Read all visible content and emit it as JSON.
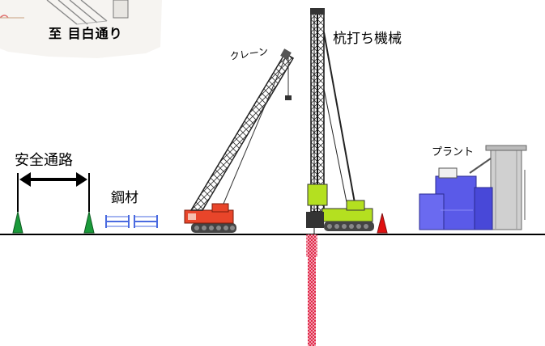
{
  "labels": {
    "map_caption": "至 目白通り",
    "pile_driver": "杭打ち機械",
    "crane": "クレーン",
    "walkway": "安全通路",
    "steel": "鋼材",
    "plant": "プラント"
  },
  "colors": {
    "cone_green": "#1a9a3a",
    "cone_red": "#e01010",
    "crane_body": "#e8452a",
    "pile_rig_body": "#b4e020",
    "plant_blue": "#5a5ae8",
    "pile_red": "#e83050",
    "steel_blue": "#4a6ae0",
    "ground": "#000000"
  }
}
